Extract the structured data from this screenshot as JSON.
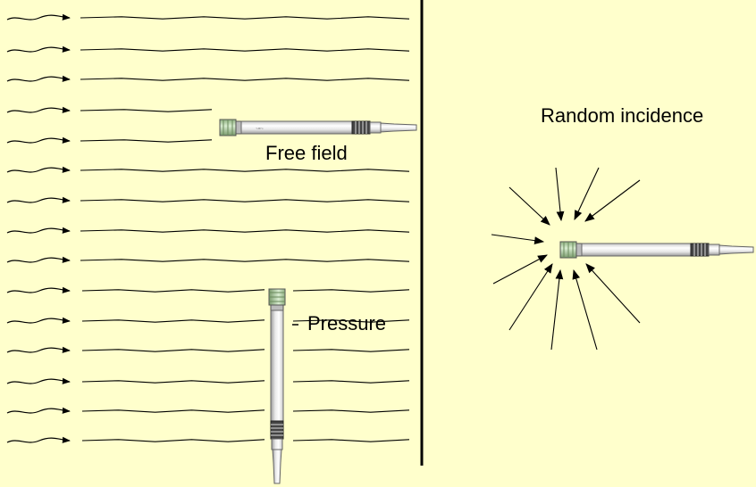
{
  "labels": {
    "free_field": "Free field",
    "pressure": "Pressure",
    "random_incidence": "Random incidence"
  },
  "colors": {
    "background": "#ffffcc",
    "ink": "#000000",
    "mic_body": "#e6e6e6",
    "mic_grid": "#a9c79a"
  },
  "icons": {
    "microphone": "measurement-microphone-icon",
    "wave": "sound-wave-arrow"
  }
}
